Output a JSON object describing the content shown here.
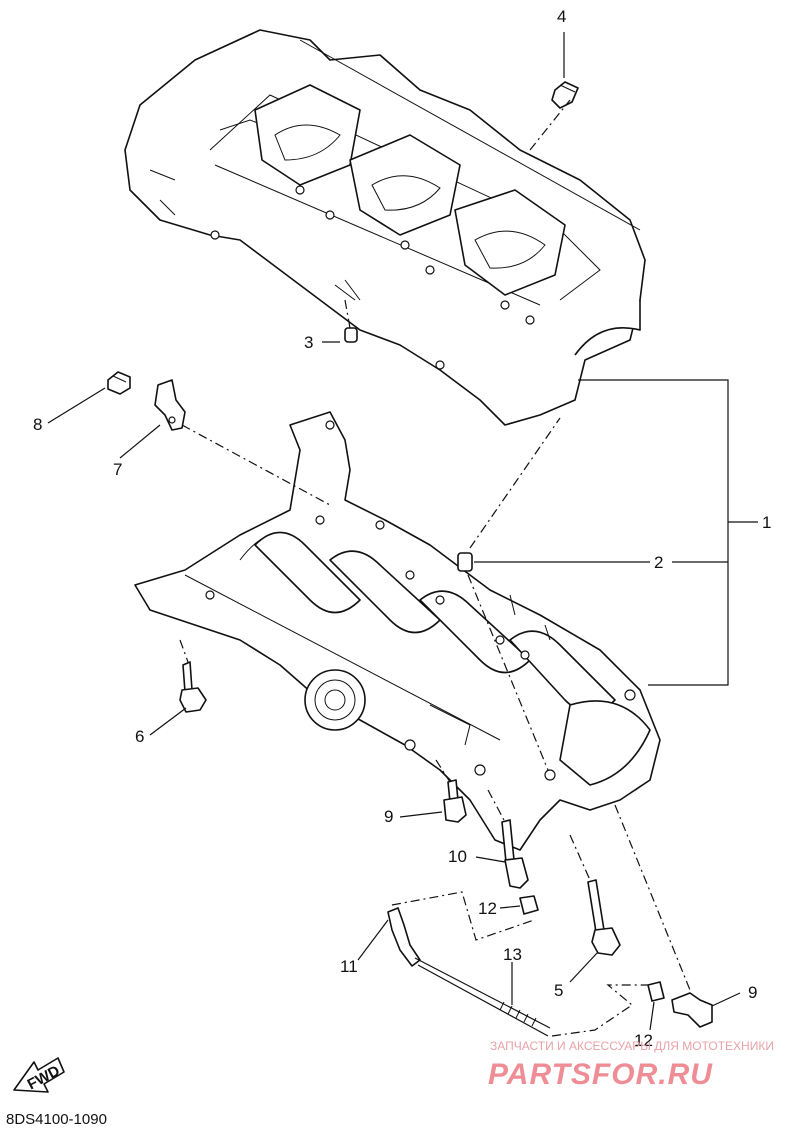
{
  "callouts": {
    "c1": "1",
    "c2": "2",
    "c3": "3",
    "c4": "4",
    "c5": "5",
    "c6": "6",
    "c7": "7",
    "c8": "8",
    "c9a": "9",
    "c9b": "9",
    "c10": "10",
    "c11": "11",
    "c12a": "12",
    "c12b": "12",
    "c13": "13"
  },
  "fwd_label": "FWD",
  "reference_code": "8DS4100-1090",
  "watermark": {
    "tagline": "ЗАПЧАСТИ И АКСЕССУАРЫ ДЛЯ МОТОТЕХНИКИ",
    "brand": "PARTSFOR.RU"
  }
}
